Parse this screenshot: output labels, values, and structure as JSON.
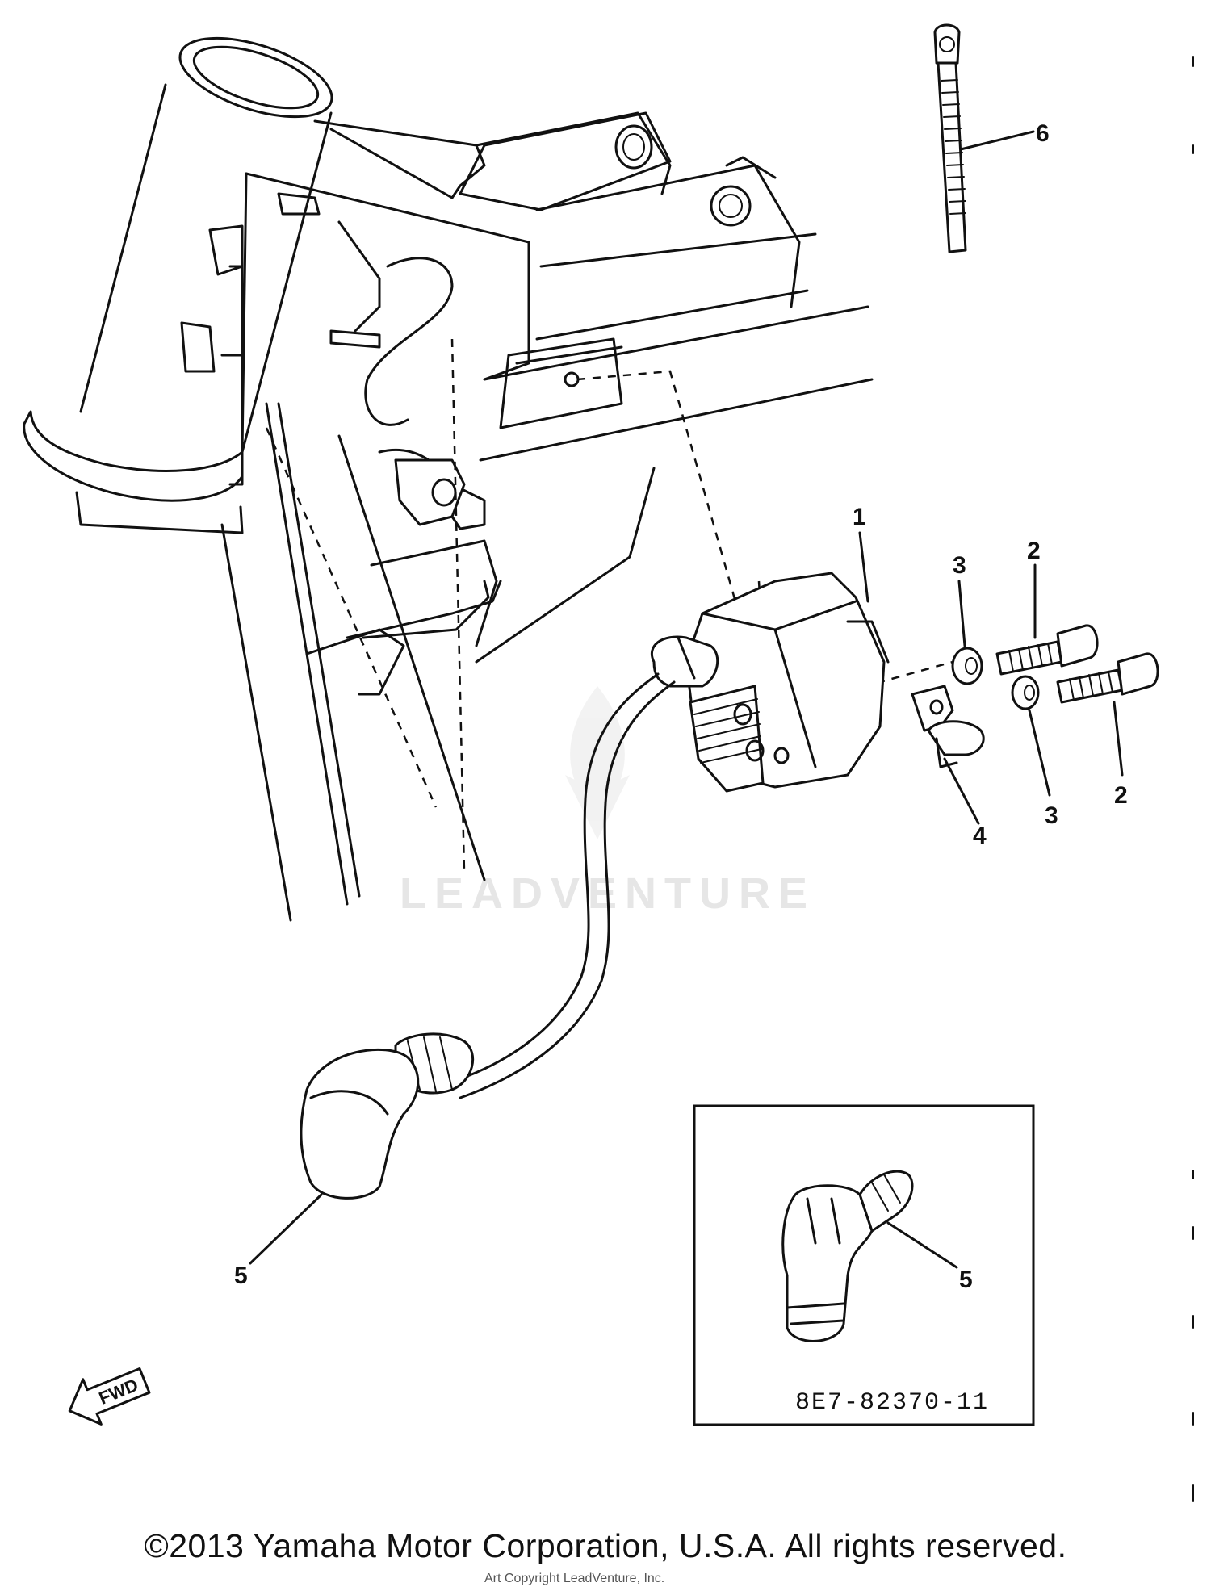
{
  "diagram": {
    "watermark": "LEADVENTURE",
    "part_number": "8E7-82370-11",
    "direction_label": "FWD",
    "callouts": [
      "1",
      "2",
      "2",
      "3",
      "3",
      "4",
      "5",
      "5",
      "6"
    ]
  },
  "footer": {
    "copyright": "©2013 Yamaha Motor Corporation, U.S.A. All rights reserved.",
    "sub_credit": "Art Copyright LeadVenture, Inc."
  }
}
